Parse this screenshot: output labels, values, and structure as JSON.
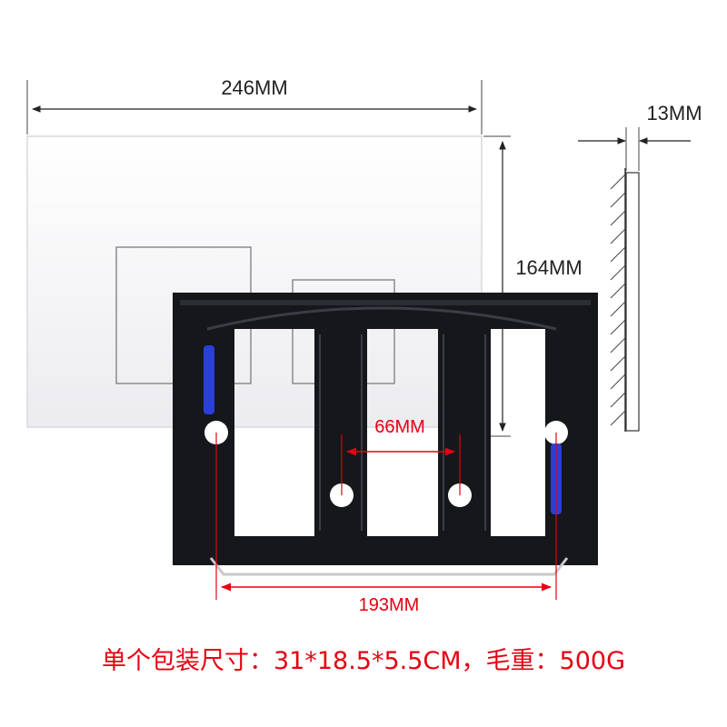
{
  "dimensions": {
    "width_label": "246MM",
    "thickness_label": "13MM",
    "height_label": "164MM",
    "hole_spacing_label": "66MM",
    "frame_width_label": "193MM"
  },
  "caption": "单个包装尺寸：31*18.5*5.5CM，毛重：500G",
  "colors": {
    "accent_red": "#e60012",
    "frame_black": "#15171b",
    "clip_blue": "#2a3fd6",
    "plate_white": "#f4f4f6"
  }
}
